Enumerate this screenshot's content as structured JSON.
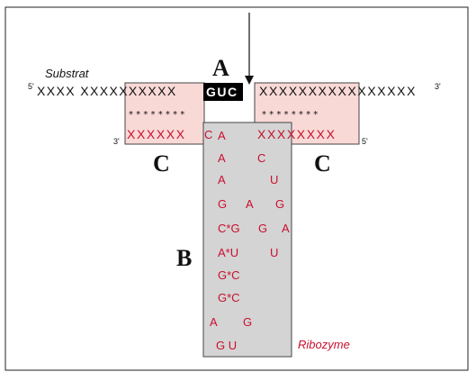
{
  "labels": {
    "substrat": "Substrat",
    "ribozyme": "Ribozyme",
    "region_a": "A",
    "region_b": "B",
    "region_c_left": "C",
    "region_c_right": "C"
  },
  "substrate": {
    "five_prime": "5'",
    "three_prime": "3'",
    "left_seq": "XXXX XXXXXXXXXX",
    "cleavage_site": "GUC",
    "right_seq": "XXXXXXXXXXXXXXXX"
  },
  "ribozyme_arms": {
    "left_three_prime": "3'",
    "left_pairs": "* * * * * * * *",
    "left_bases": "XXXXXX",
    "left_bases_end": "C",
    "right_five_prime": "5'",
    "right_pairs": "* * * * * * * *",
    "right_bases": "XXXXXXXX"
  },
  "stem": {
    "rows": [
      [
        "A",
        "",
        ""
      ],
      [
        "A",
        "C",
        ""
      ],
      [
        "A",
        "U",
        ""
      ],
      [
        "G",
        "A",
        "G"
      ],
      [
        "C*G",
        "G",
        "A"
      ],
      [
        "A*U",
        "U",
        ""
      ],
      [
        "G*C",
        "",
        ""
      ],
      [
        "G*C",
        "",
        ""
      ],
      [
        "A",
        "G",
        ""
      ],
      [
        "G U",
        "",
        ""
      ]
    ]
  },
  "colors": {
    "pink_fill": "#f9d9d6",
    "gray_fill": "#d4d4d4",
    "red_text": "#c8102e",
    "black_box": "#000000"
  }
}
